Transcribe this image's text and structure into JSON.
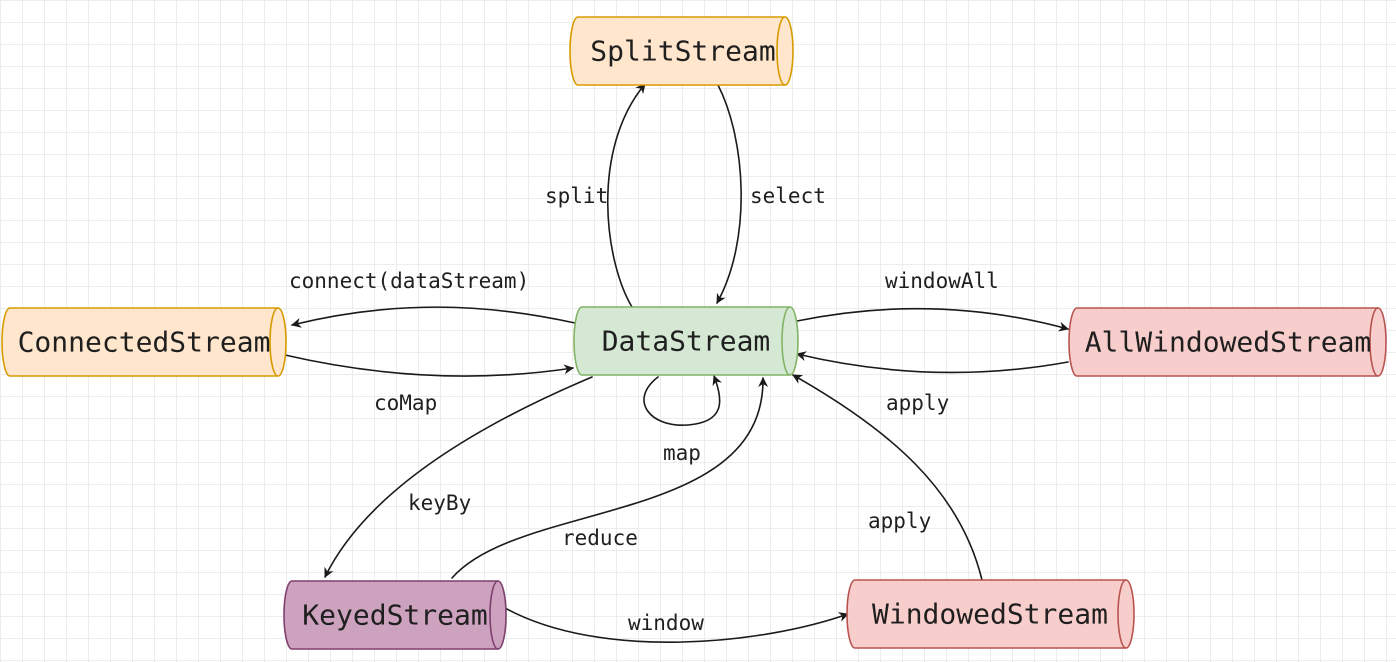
{
  "nodes": {
    "split_stream": {
      "label": "SplitStream",
      "fill": "#ffe6cc",
      "stroke": "#d79b00"
    },
    "connected_stream": {
      "label": "ConnectedStream",
      "fill": "#ffe6cc",
      "stroke": "#d79b00"
    },
    "data_stream": {
      "label": "DataStream",
      "fill": "#d5e8d4",
      "stroke": "#82b366"
    },
    "all_windowed_stream": {
      "label": "AllWindowedStream",
      "fill": "#f8cecc",
      "stroke": "#b85450"
    },
    "keyed_stream": {
      "label": "KeyedStream",
      "fill": "#cda2be",
      "stroke": "#7e3f6f"
    },
    "windowed_stream": {
      "label": "WindowedStream",
      "fill": "#f8cecc",
      "stroke": "#b85450"
    }
  },
  "edges": {
    "split": "split",
    "select": "select",
    "connect": "connect(dataStream)",
    "co_map": "coMap",
    "window_all": "windowAll",
    "apply_all": "apply",
    "map": "map",
    "key_by": "keyBy",
    "reduce": "reduce",
    "apply_windowed": "apply",
    "window": "window"
  }
}
